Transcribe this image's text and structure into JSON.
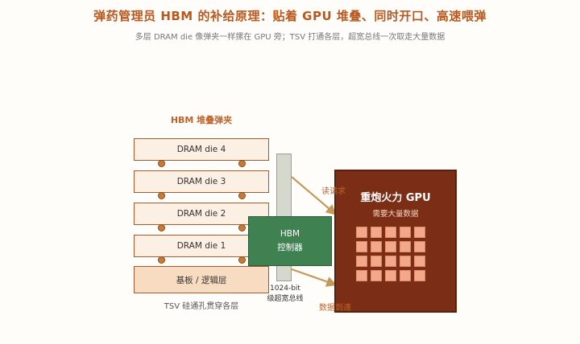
{
  "header": {
    "title": "弹药管理员 HBM 的补给原理：贴着 GPU 堆叠、同时开口、高速喂弹",
    "subtitle": "多层 DRAM die 像弹夹一样摞在 GPU 旁；TSV 打通各层，超宽总线一次取走大量数据"
  },
  "hbm_stack": {
    "title": "HBM 堆叠弹夹",
    "dies": [
      "DRAM die 4",
      "DRAM die 3",
      "DRAM die 2",
      "DRAM die 1"
    ],
    "base_label": "基板 / 逻辑层",
    "tsv_label": "TSV 硅通孔贯穿各层"
  },
  "controller": {
    "line1": "HBM",
    "line2": "控制器"
  },
  "bus": {
    "line1": "1024-bit",
    "line2": "级超宽总线"
  },
  "gpu": {
    "title": "重炮火力 GPU",
    "subtitle": "需要大量数据"
  },
  "flows": {
    "read": "读请求",
    "data": "数据到達"
  },
  "colors": {
    "accent": "#b8581e",
    "die_fill": "#fcefe3",
    "base_fill": "#f7dcc1",
    "controller": "#3f8150",
    "gpu": "#7b2d16",
    "core": "#f2a88a",
    "arrow": "#c49a5a"
  }
}
